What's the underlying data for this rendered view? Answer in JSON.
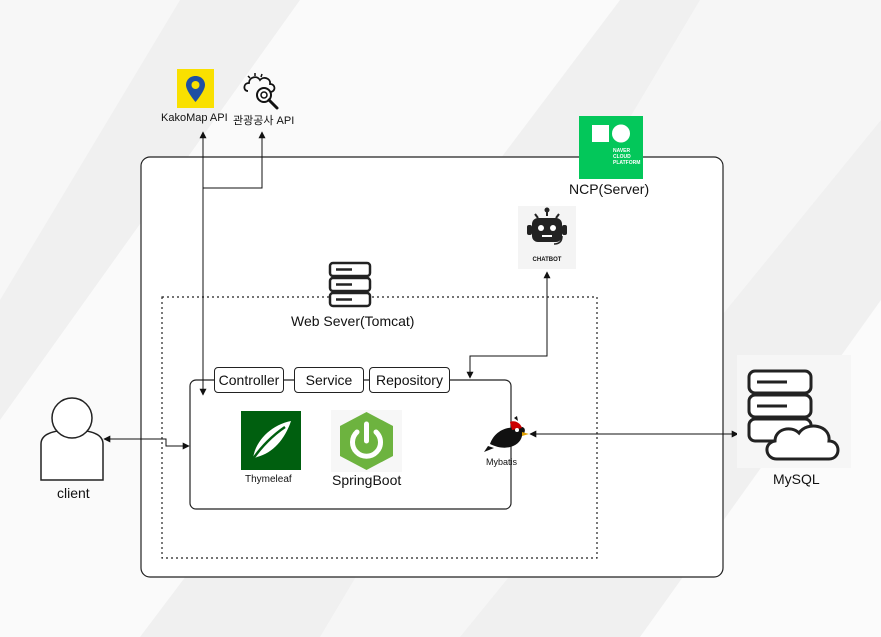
{
  "apis": {
    "kakao_label": "KakoMap API",
    "tour_label": "관광공사 API"
  },
  "ncp": {
    "label": "NCP(Server)",
    "logo_line1": "NAVER",
    "logo_line2": "CLOUD",
    "logo_line3": "PLATFORM"
  },
  "chatbot": {
    "label": "CHATBOT"
  },
  "webserver": {
    "label": "Web Sever(Tomcat)"
  },
  "layers": {
    "controller": "Controller",
    "service": "Service",
    "repository": "Repository"
  },
  "components": {
    "thymeleaf": "Thymeleaf",
    "springboot": "SpringBoot",
    "mybatis": "Mybatis"
  },
  "client": {
    "label": "client"
  },
  "database": {
    "label": "MySQL"
  },
  "colors": {
    "kakao_yellow": "#F9E000",
    "ncp_green": "#03C75A",
    "thymeleaf_green": "#005F0F",
    "spring_green": "#6DB33F",
    "accent_dark": "#222222"
  }
}
